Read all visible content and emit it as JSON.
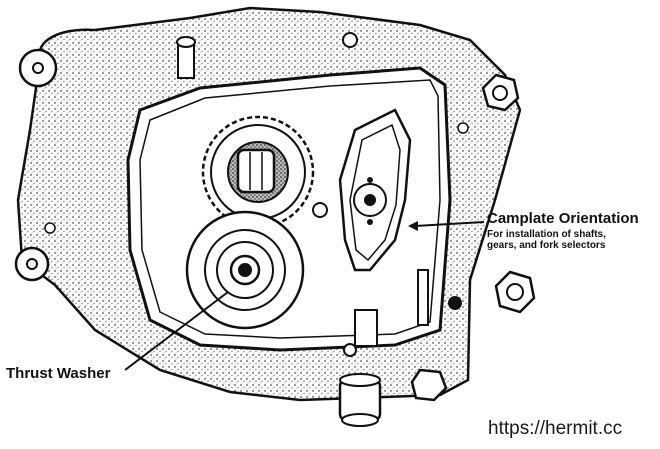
{
  "labels": {
    "camplate_title": "Camplate Orientation",
    "camplate_line1": "For installation of shafts,",
    "camplate_line2": "gears, and fork selectors",
    "thrust_washer": "Thrust Washer",
    "watermark": "https://hermit.cc"
  },
  "colors": {
    "ink": "#111111",
    "background": "#ffffff",
    "stipple": "#7a7a7a"
  }
}
